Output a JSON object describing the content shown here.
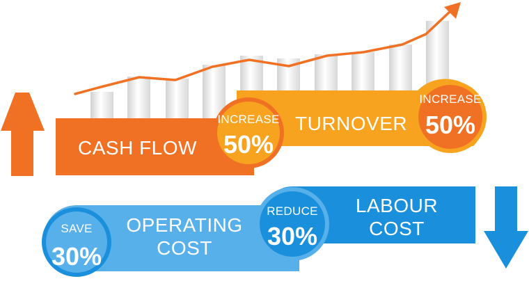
{
  "cash_flow": {
    "title": "CASH FLOW",
    "badge_word": "INCREASE",
    "badge_value": "50%"
  },
  "turnover": {
    "title": "TURNOVER",
    "badge_word": "INCREASE",
    "badge_value": "50%"
  },
  "labour_cost": {
    "title_line1": "LABOUR",
    "title_line2": "COST",
    "badge_word": "REDUCE",
    "badge_value": "30%"
  },
  "operating_cost": {
    "title_line1": "OPERATING",
    "title_line2": "COST",
    "badge_word": "SAVE",
    "badge_value": "30%"
  },
  "colors": {
    "orange_dark": "#f07124",
    "orange_light": "#f7a31f",
    "blue_dark": "#1a8fdc",
    "blue_light": "#58b0ea"
  }
}
